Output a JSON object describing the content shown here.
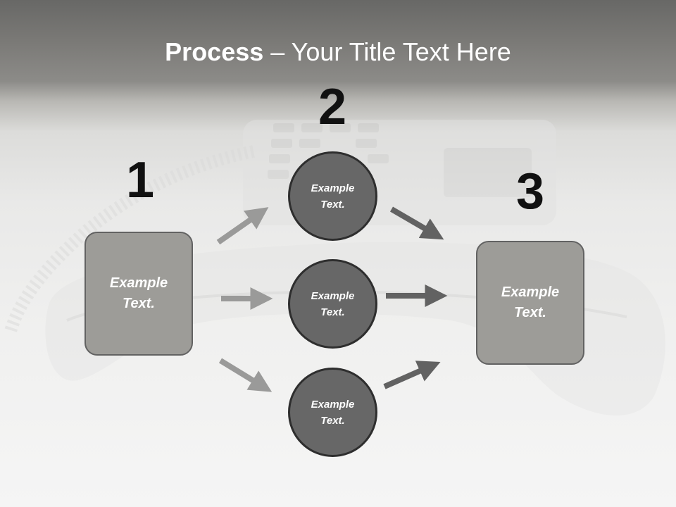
{
  "title": {
    "bold": "Process",
    "rest": " – Your Title Text Here"
  },
  "steps": {
    "one": {
      "number": "1",
      "text": "Example Text."
    },
    "two": {
      "number": "2",
      "items": [
        {
          "text": "Example Text."
        },
        {
          "text": "Example Text."
        },
        {
          "text": "Example Text."
        }
      ]
    },
    "three": {
      "number": "3",
      "text": "Example Text."
    }
  },
  "colors": {
    "box_fill": "#9d9c98",
    "box_border": "#626262",
    "circle_fill": "#676767",
    "circle_border": "#2e2e2e",
    "arrow_light": "#9a9a99",
    "arrow_dark": "#626262"
  }
}
